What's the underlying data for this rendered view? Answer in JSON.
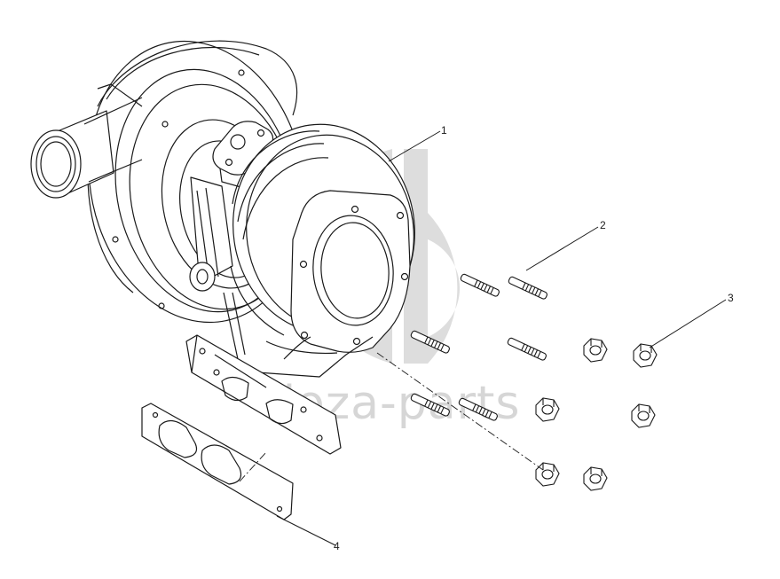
{
  "watermark": {
    "text": "doza-parts",
    "color": "#d9d9d9"
  },
  "callouts": [
    {
      "id": "1",
      "label": "1"
    },
    {
      "id": "2",
      "label": "2"
    },
    {
      "id": "3",
      "label": "3"
    },
    {
      "id": "4",
      "label": "4"
    }
  ],
  "line_color": "#1a1a1a",
  "parts": [
    {
      "callout": "1",
      "icon": "turbocharger-icon"
    },
    {
      "callout": "2",
      "icon": "stud-bolt-icon",
      "count": 6
    },
    {
      "callout": "3",
      "icon": "hex-nut-icon",
      "count": 6
    },
    {
      "callout": "4",
      "icon": "gasket-icon",
      "count": 1
    }
  ]
}
